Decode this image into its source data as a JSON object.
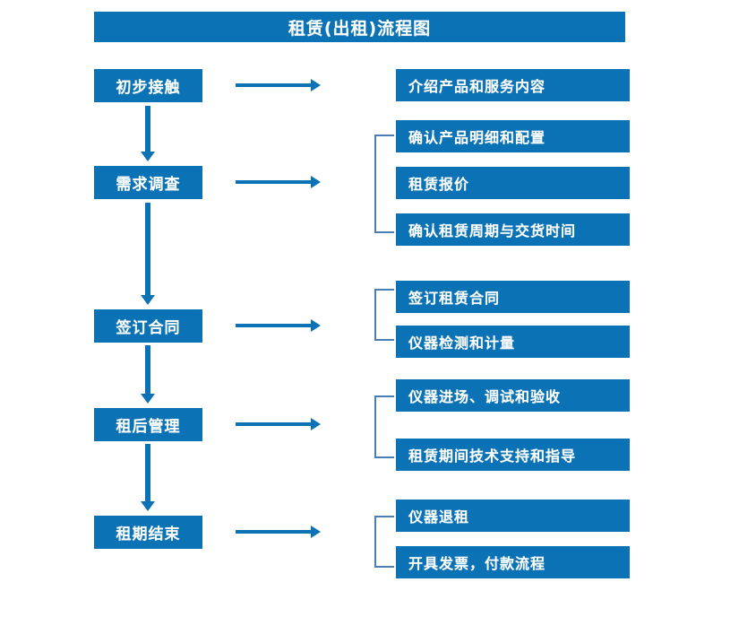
{
  "diagram": {
    "title": "租赁(出租)流程图",
    "accent_color": "#0b72b5",
    "bracket_color": "#4a7eb5",
    "text_color": "#ffffff",
    "background_color": "#ffffff"
  },
  "stages": [
    {
      "label": "初步接触",
      "tasks": [
        "介绍产品和服务内容"
      ]
    },
    {
      "label": "需求调查",
      "tasks": [
        "确认产品明细和配置",
        "租赁报价",
        "确认租赁周期与交货时间"
      ]
    },
    {
      "label": "签订合同",
      "tasks": [
        "签订租赁合同",
        "仪器检测和计量"
      ]
    },
    {
      "label": "租后管理",
      "tasks": [
        "仪器进场、调试和验收",
        "租赁期间技术支持和指导"
      ]
    },
    {
      "label": "租期结束",
      "tasks": [
        "仪器退租",
        "开具发票，付款流程"
      ]
    }
  ],
  "tasks_flat": {
    "t0": "介绍产品和服务内容",
    "t1": "确认产品明细和配置",
    "t2": "租赁报价",
    "t3": "确认租赁周期与交货时间",
    "t4": "签订租赁合同",
    "t5": "仪器检测和计量",
    "t6": "仪器进场、调试和验收",
    "t7": "租赁期间技术支持和指导",
    "t8": "仪器退租",
    "t9": "开具发票，付款流程"
  },
  "stages_flat": {
    "s0": "初步接触",
    "s1": "需求调查",
    "s2": "签订合同",
    "s3": "租后管理",
    "s4": "租期结束"
  }
}
